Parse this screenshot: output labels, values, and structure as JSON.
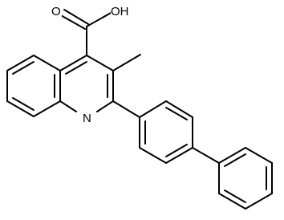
{
  "atom_labels": {
    "carbonyl_oxygen": "O",
    "hydroxyl": "OH",
    "nitrogen": "N"
  },
  "colors": {
    "bonds": "#000000",
    "background": "#ffffff"
  }
}
